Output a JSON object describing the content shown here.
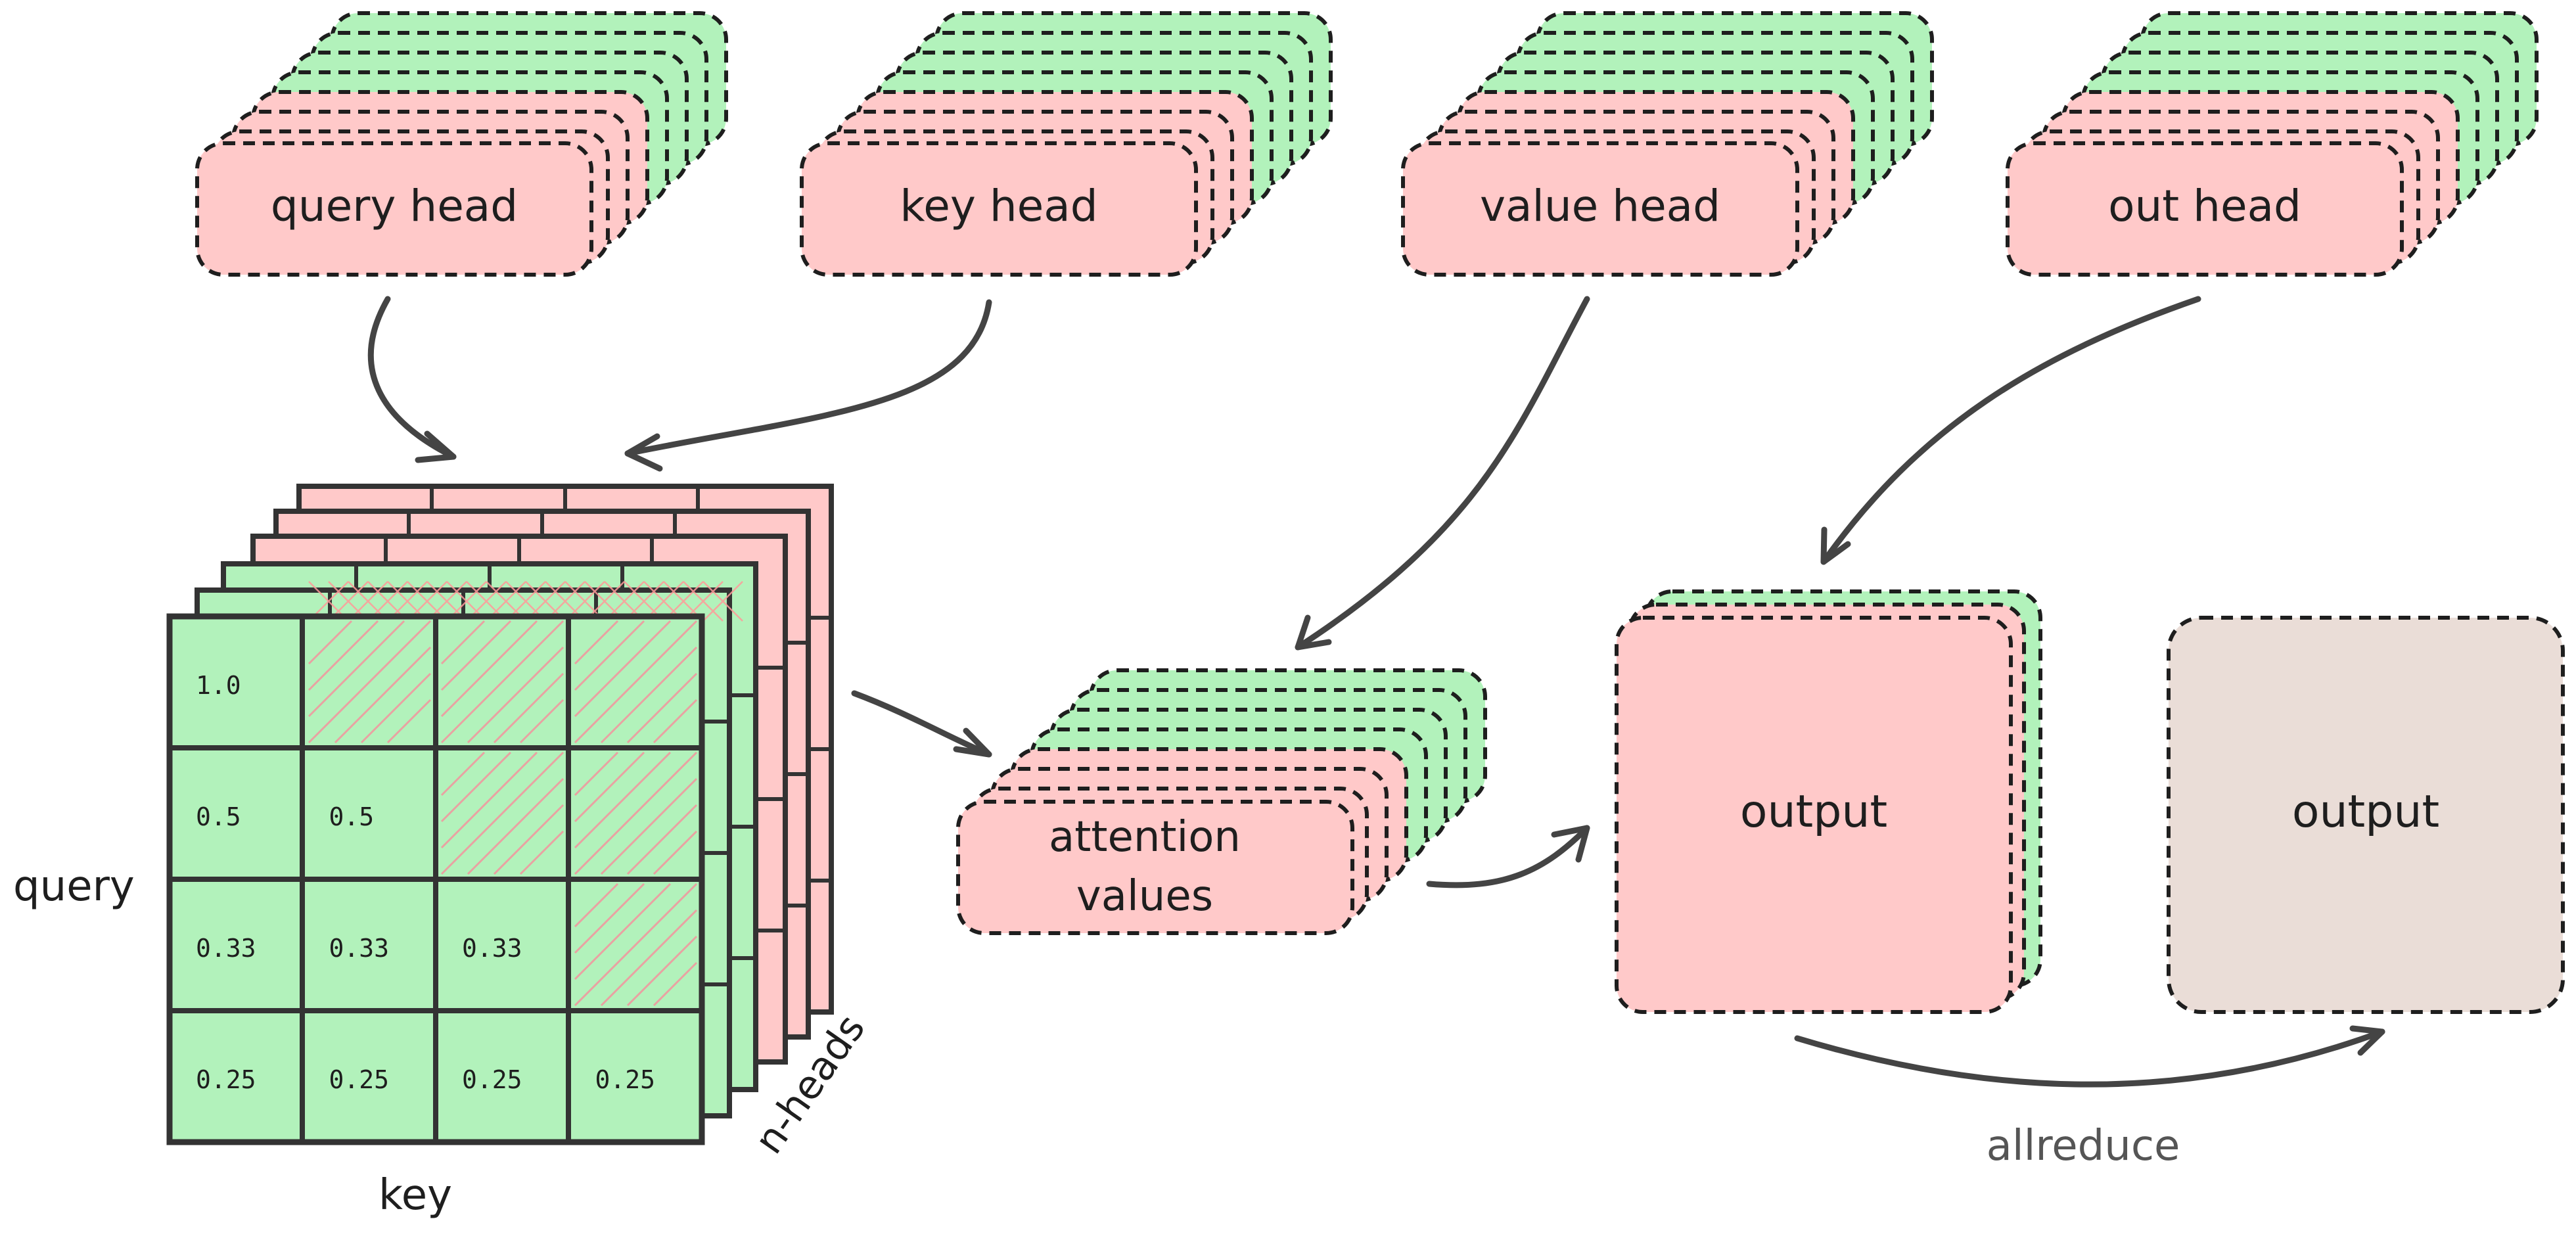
{
  "colors": {
    "pink": "#ffc9c9",
    "green": "#b2f2bb",
    "taupe": "#eaddd7",
    "stroke": "#1e1e1e",
    "arrow": "#444444",
    "label_gray": "#555555"
  },
  "heads": [
    {
      "id": "query",
      "label": "query head"
    },
    {
      "id": "key",
      "label": "key head"
    },
    {
      "id": "value",
      "label": "value head"
    },
    {
      "id": "out",
      "label": "out head"
    }
  ],
  "attention_matrix": {
    "rows": [
      [
        "1.0",
        "",
        "",
        ""
      ],
      [
        "0.5",
        "0.5",
        "",
        ""
      ],
      [
        "0.33",
        "0.33",
        "0.33",
        ""
      ],
      [
        "0.25",
        "0.25",
        "0.25",
        "0.25"
      ]
    ],
    "row_axis_label": "query",
    "col_axis_label": "key",
    "depth_axis_label": "n-heads"
  },
  "attention_values_label_line1": "attention",
  "attention_values_label_line2": "values",
  "output_label": "output",
  "reduced_output_label": "output",
  "allreduce_label": "allreduce"
}
